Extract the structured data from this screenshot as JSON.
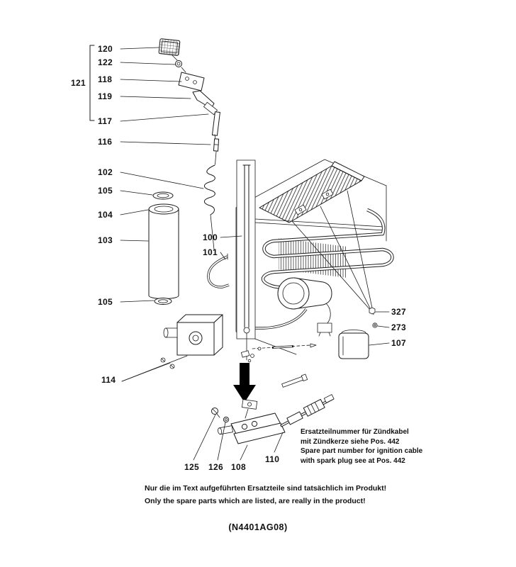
{
  "page": {
    "caption": "(N4401AG08)",
    "note": {
      "de1": "Ersatzteilnummer für Zündkabel",
      "de2": "mit Zündkerze siehe Pos. 442",
      "en1": "Spare part number for ignition cable",
      "en2": "with spark plug see at Pos. 442"
    },
    "footer": {
      "de": "Nur die im Text aufgeführten Ersatzteile sind tatsächlich im Produkt!",
      "en": "Only the spare parts which are listed, are really in the product!"
    },
    "labels": {
      "l120": "120",
      "l122": "122",
      "l118": "118",
      "l121": "121",
      "l119": "119",
      "l117": "117",
      "l116": "116",
      "l102": "102",
      "l105a": "105",
      "l104": "104",
      "l103": "103",
      "l105b": "105",
      "l100": "100",
      "l101": "101",
      "l114": "114",
      "l327": "327",
      "l273": "273",
      "l107": "107",
      "l125": "125",
      "l126": "126",
      "l108": "108",
      "l110": "110"
    }
  }
}
